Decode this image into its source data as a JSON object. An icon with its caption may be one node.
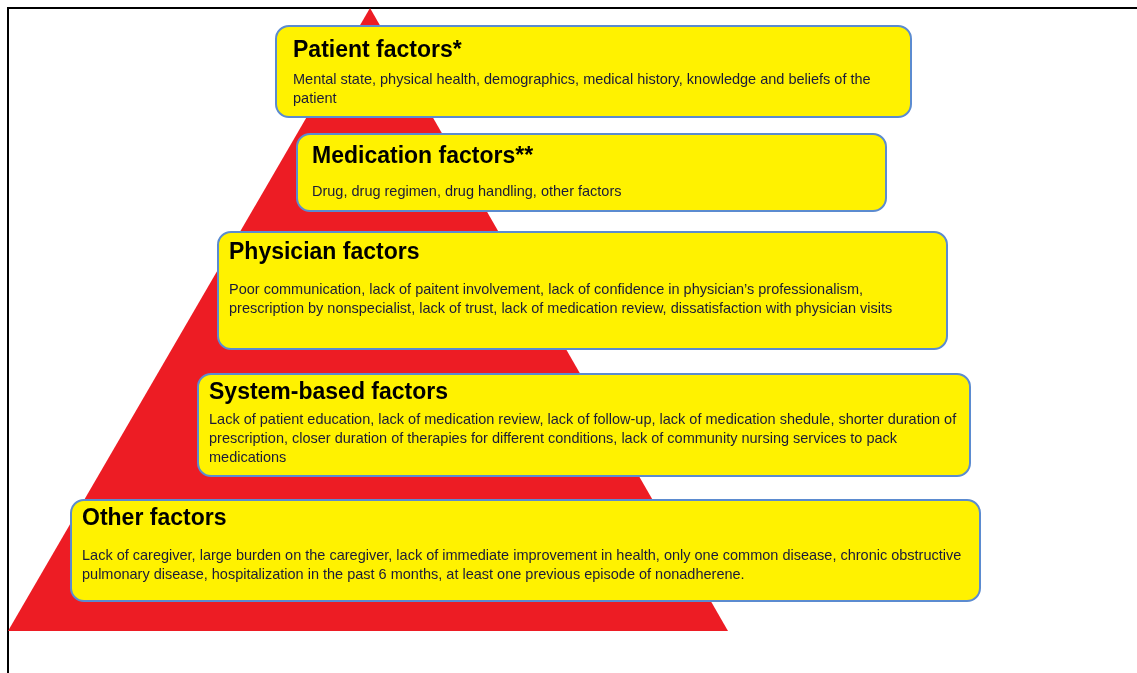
{
  "diagram": {
    "nodes": [
      {
        "text": [
          "Patient factors*",
          "Mental state, physical health, demographics, medical history, knowledge and beliefs of the patient"
        ]
      },
      {
        "text": [
          "Medication factors**",
          "Drug, drug regimen, drug handling, other factors"
        ]
      },
      {
        "text": [
          "Physician factors",
          "Poor communication, lack of paitent involvement, lack of confidence in physician’s professionalism, prescription by nonspecialist, lack of trust, lack of medication review, dissatisfaction with physician visits"
        ]
      },
      {
        "text": [
          "System-based factors",
          "Lack of patient education, lack of medication review, lack of follow-up, lack of medication shedule, shorter duration of prescription, closer duration of therapies for different conditions, lack of community nursing services to pack medications"
        ]
      },
      {
        "text": [
          "Other factors",
          "Lack of caregiver, large burden on the caregiver, lack of immediate improvement in health, only one common disease, chronic obstructive pulmonary disease, hospitalization in the past 6 months, at least one previous episode of nonadherene."
        ]
      }
    ]
  }
}
